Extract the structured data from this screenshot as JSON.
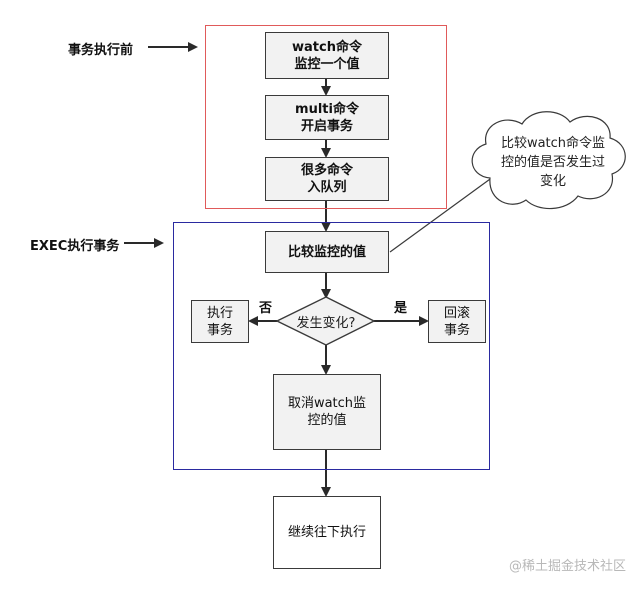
{
  "phase_labels": {
    "before": "事务执行前",
    "exec": "EXEC执行事务"
  },
  "nodes": {
    "watch": "watch命令\n监控一个值",
    "multi": "multi命令\n开启事务",
    "queue": "很多命令\n入队列",
    "compare": "比较监控的值",
    "decision": "发生变化?",
    "execute": "执行\n事务",
    "rollback": "回滚\n事务",
    "cancel_watch": "取消watch监\n控的值",
    "continue": "继续往下执行"
  },
  "edge_labels": {
    "no": "否",
    "yes": "是"
  },
  "callout": "比较watch命令监\n控的值是否发生过\n变化",
  "watermark": "@稀土掘金技术社区",
  "colors": {
    "before_frame": "#e05a5a",
    "exec_frame": "#2a2aa0",
    "node_fill": "#f2f2f2",
    "stroke": "#3a3a3a"
  }
}
